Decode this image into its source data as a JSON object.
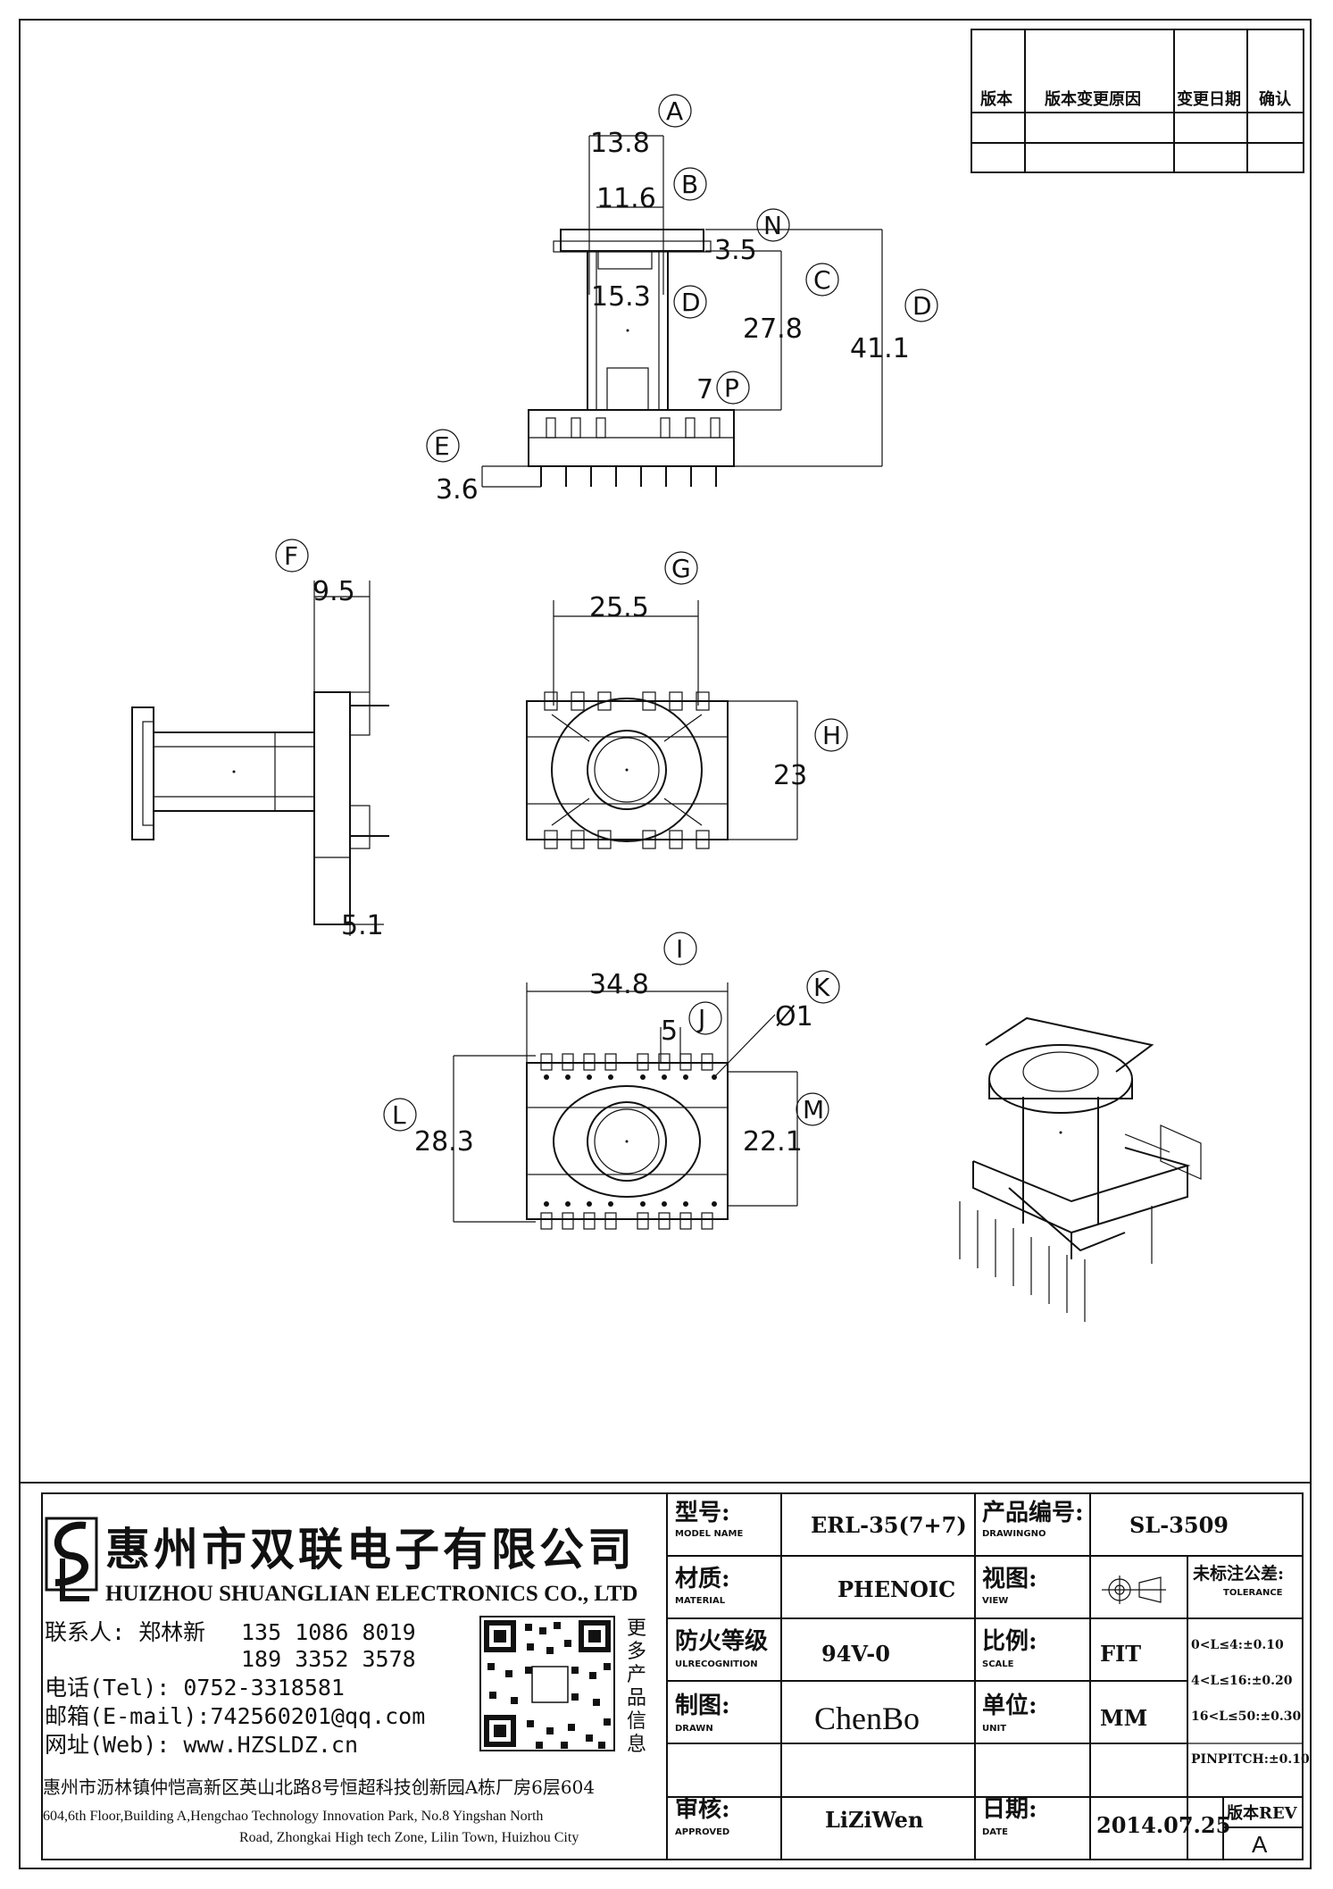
{
  "revision_table": {
    "headers": [
      "版本",
      "版本变更原因",
      "变更日期",
      "确认"
    ]
  },
  "callouts": {
    "A": "A",
    "B": "B",
    "C": "C",
    "D": "D",
    "E": "E",
    "F": "F",
    "G": "G",
    "H": "H",
    "I": "I",
    "J": "J",
    "K": "K",
    "L": "L",
    "M": "M",
    "N": "N",
    "P": "P",
    "D2": "D"
  },
  "dimensions": {
    "A": "13.8",
    "B": "11.6",
    "C": "27.8",
    "D": "41.1",
    "D_inner": "15.3",
    "E": "3.6",
    "F": "9.5",
    "F2": "5.1",
    "G": "25.5",
    "H": "23",
    "I": "34.8",
    "J": "5",
    "K": "Ø1",
    "L": "28.3",
    "M": "22.1",
    "N": "3.5",
    "P": "7"
  },
  "company": {
    "name_cn": "惠州市双联电子有限公司",
    "name_en": "HUIZHOU SHUANGLIAN ELECTRONICS CO., LTD",
    "contact_label": "联系人: 郑林新",
    "phone1": "135 1086 8019",
    "phone2": "189 3352 3578",
    "tel": "电话(Tel): 0752-3318581",
    "email": "邮箱(E-mail):742560201@qq.com",
    "web": "网址(Web): www.HZSLDZ.cn",
    "address_cn": "惠州市沥林镇仲恺高新区英山北路8号恒超科技创新园A栋厂房6层604",
    "address_en_1": "604,6th Floor,Building A,Hengchao Technology Innovation Park, No.8 Yingshan North",
    "address_en_2": "Road, Zhongkai High tech Zone, Lilin Town, Huizhou City",
    "more_products": [
      "更",
      "多",
      "产",
      "品",
      "信",
      "息"
    ]
  },
  "title_block": {
    "model_label_cn": "型号:",
    "model_label_en": "MODEL NAME",
    "model_value": "ERL-35(7+7)",
    "drawingno_label_cn": "产品编号:",
    "drawingno_label_en": "DRAWINGNO",
    "drawingno_value": "SL-3509",
    "material_label_cn": "材质:",
    "material_label_en": "MATERIAL",
    "material_value": "PHENOIC",
    "view_label_cn": "视图:",
    "view_label_en": "VIEW",
    "tolerance_label_cn": "未标注公差:",
    "tolerance_label_en": "TOLERANCE",
    "flame_label_cn": "防火等级",
    "flame_label_en": "ULRECOGNITION",
    "flame_value": "94V-0",
    "scale_label_cn": "比例:",
    "scale_label_en": "SCALE",
    "scale_value": "FIT",
    "tol_1": "0<L≤4:±0.10",
    "tol_2": "4<L≤16:±0.20",
    "tol_3": "16<L≤50:±0.30",
    "drawn_label_cn": "制图:",
    "drawn_label_en": "DRAWN",
    "drawn_value": "ChenBo",
    "unit_label_cn": "单位:",
    "unit_label_en": "UNIT",
    "unit_value": "MM",
    "pinpitch": "PINPITCH:±0.10",
    "approved_label_cn": "审核:",
    "approved_label_en": "APPROVED",
    "approved_value": "LiZiWen",
    "date_label_cn": "日期:",
    "date_label_en": "DATE",
    "date_value": "2014.07.25",
    "rev_label": "版本REV",
    "rev_value": "A"
  }
}
